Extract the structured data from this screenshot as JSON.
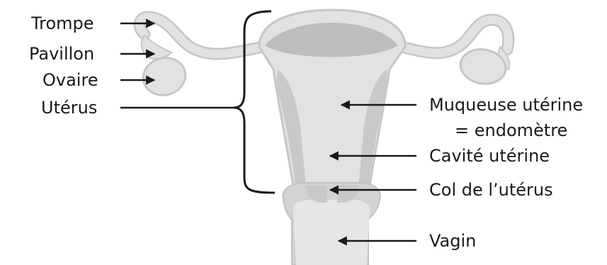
{
  "labels_left": {
    "trompe": "Trompe",
    "pavillon": "Pavillon",
    "ovaire": "Ovaire",
    "uterus": "Utérus"
  },
  "labels_right": {
    "muqueuse_line1": "Muqueuse utérine",
    "muqueuse_line2": "= endomètre",
    "cavite": "Cavité utérine",
    "col": "Col de l’utérus",
    "vagin": "Vagin"
  },
  "colors": {
    "organ_fill": "#e2e2e0",
    "organ_outline": "#c6c6c4",
    "endometrium": "#c9c9c7",
    "fundus_inner": "#bdbdbb",
    "arrow": "#1a1a1a"
  }
}
